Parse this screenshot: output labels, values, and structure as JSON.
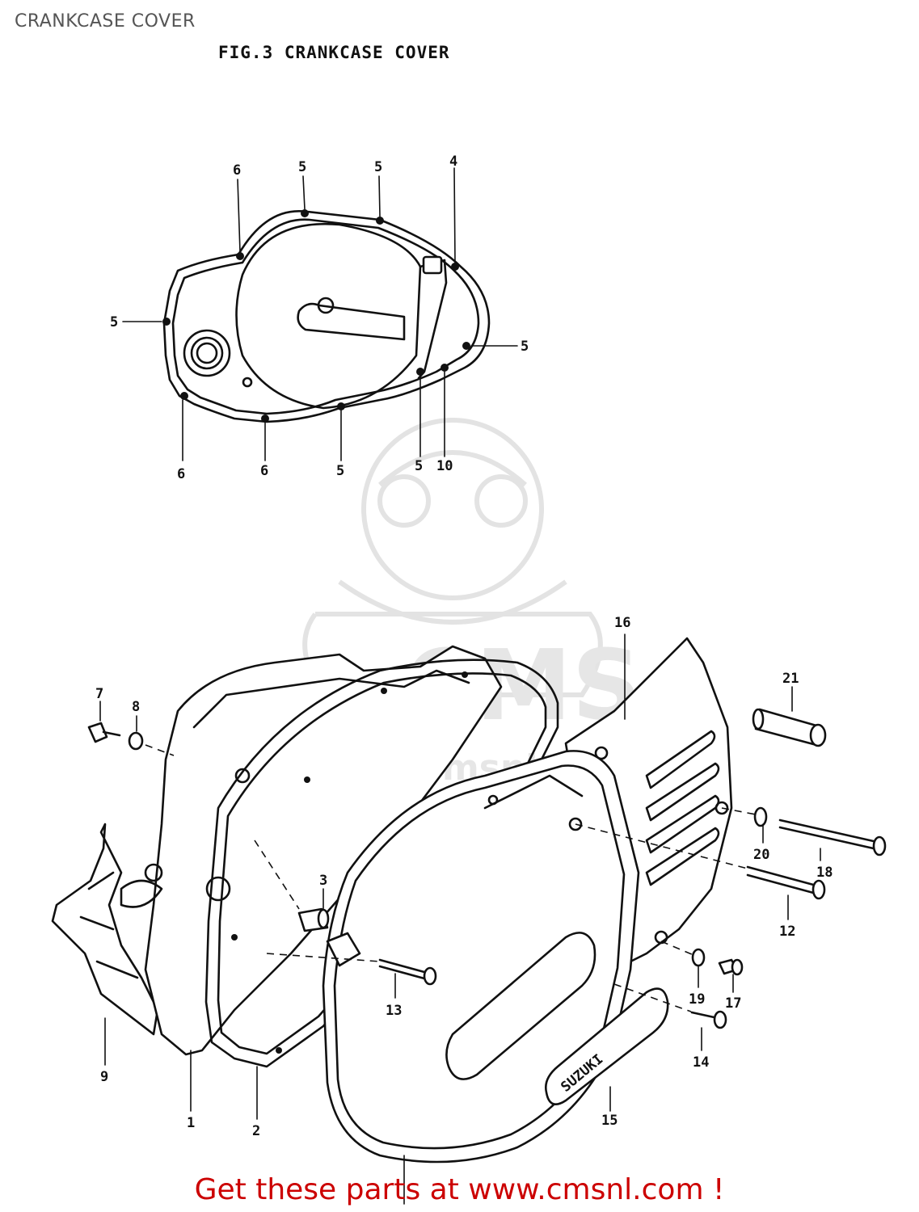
{
  "page": {
    "title": "CRANKCASE COVER",
    "figure_caption": "FIG.3  CRANKCASE COVER",
    "watermark_text": "www.cmsnl.com",
    "watermark_logo_text": "CMS",
    "emblem_text": "SUZUKI",
    "call_to_action": "Get these parts at www.cmsnl.com !"
  },
  "callouts": {
    "c1": "1",
    "c2": "2",
    "c3": "3",
    "c4": "4",
    "c5a": "5",
    "c5b": "5",
    "c5c": "5",
    "c5d": "5",
    "c5e": "5",
    "c5f": "5",
    "c6a": "6",
    "c6b": "6",
    "c6c": "6",
    "c7": "7",
    "c8": "8",
    "c9": "9",
    "c10": "10",
    "c12": "12",
    "c13": "13",
    "c14": "14",
    "c15": "15",
    "c16": "16",
    "c17": "17",
    "c18": "18",
    "c19": "19",
    "c20": "20",
    "c21": "21"
  },
  "colors": {
    "cta": "#cc0000",
    "title": "#555555",
    "line": "#111111",
    "watermark": "#e3e3e3"
  }
}
